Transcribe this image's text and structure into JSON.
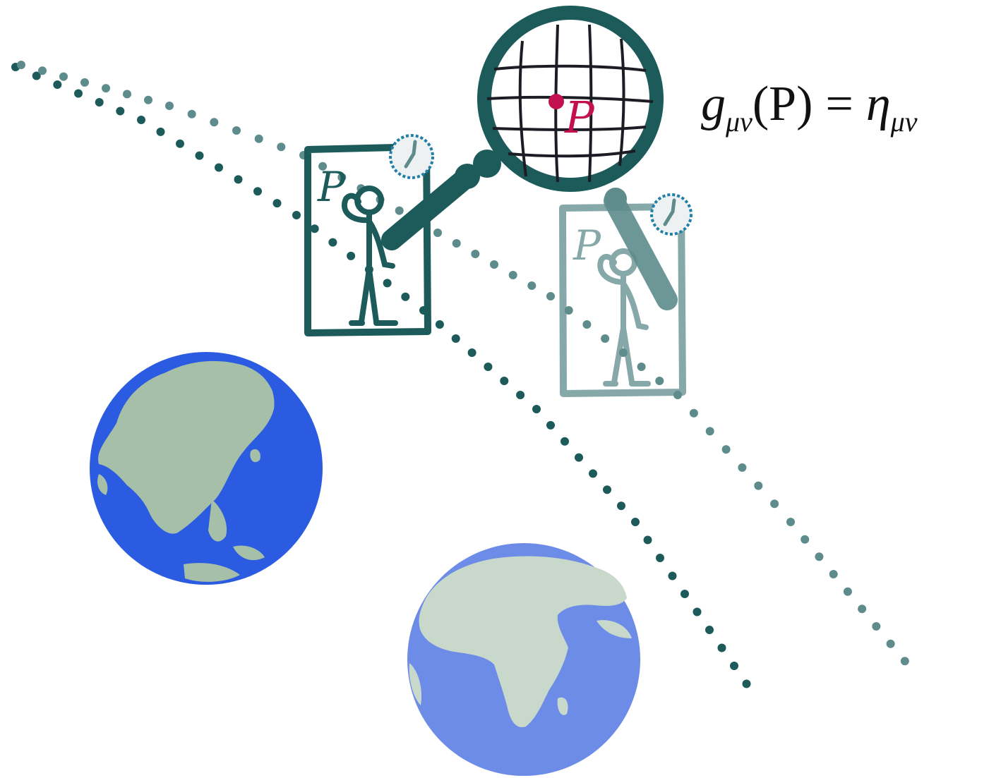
{
  "equation": {
    "g": "g",
    "g_sub": "μν",
    "arg": "(P)",
    "equals": "=",
    "eta": "η",
    "eta_sub": "μν"
  },
  "labels": {
    "point_in_lens": "P",
    "box_front": "P",
    "box_back": "P"
  },
  "colors": {
    "dark_teal": "#1d5a5a",
    "light_teal": "#5e8c8c",
    "grid": "#1c1c24",
    "point": "#c2114e",
    "clock_blue": "#1e7fa8",
    "ocean_dark": "#2b5be0",
    "ocean_light": "#6d8ce8",
    "land_dark": "#a5bfa8",
    "land_light": "#c8d8cb"
  },
  "icons": [
    "magnifier-icon",
    "clock-icon",
    "stick-figure-icon",
    "earth-globe-icon"
  ]
}
